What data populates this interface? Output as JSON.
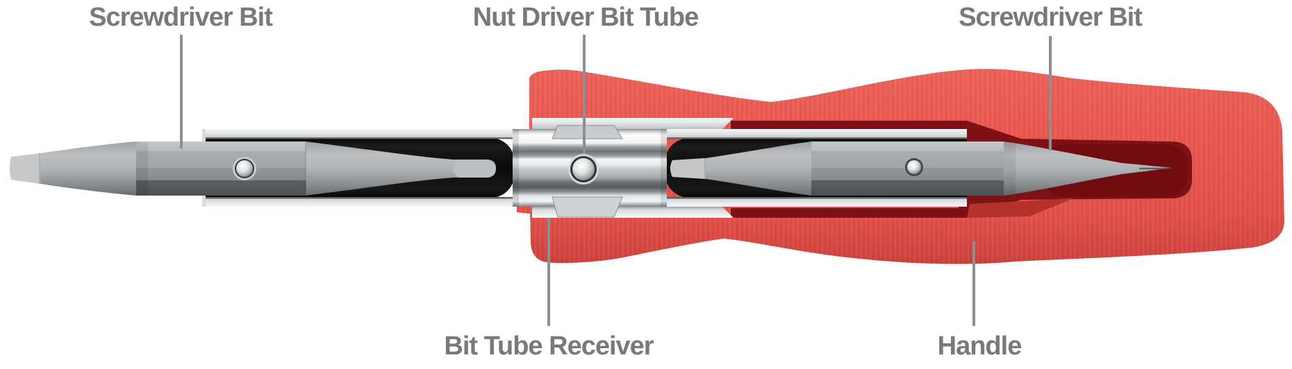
{
  "figure": {
    "type": "annotated-cutaway-diagram",
    "background": "#ffffff",
    "colors": {
      "handle_red": "#e85750",
      "handle_dark_red": "#7c1216",
      "tube_chrome": "#e8eaeb",
      "bit_gray": "#9a9da0",
      "cavity_black": "#0a0a0a",
      "label_text": "#77797b",
      "leader_line": "#8d8f92"
    }
  },
  "labels": [
    {
      "id": "screwdriver-bit-left",
      "text": "Screwdriver Bit"
    },
    {
      "id": "nut-driver-bit-tube",
      "text": "Nut Driver Bit Tube"
    },
    {
      "id": "screwdriver-bit-right",
      "text": "Screwdriver Bit"
    },
    {
      "id": "bit-tube-receiver",
      "text": "Bit Tube Receiver"
    },
    {
      "id": "handle",
      "text": "Handle"
    }
  ]
}
